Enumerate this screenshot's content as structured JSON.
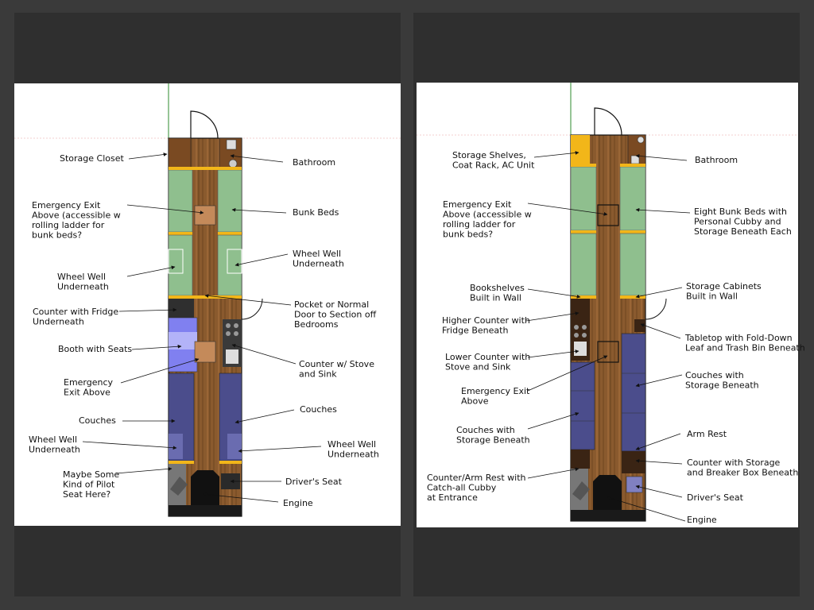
{
  "left": {
    "labels": {
      "storage_closet": [
        "Storage Closet"
      ],
      "bathroom": [
        "Bathroom"
      ],
      "emergency_exit": [
        "Emergency Exit",
        "Above (accessible w",
        "rolling ladder for",
        "bunk beds?"
      ],
      "bunk_beds": [
        "Bunk Beds"
      ],
      "wheel_well_r": [
        "Wheel Well",
        "Underneath"
      ],
      "wheel_well_l": [
        "Wheel Well",
        "Underneath"
      ],
      "pocket_door": [
        "Pocket or Normal",
        "Door to Section off",
        "Bedrooms"
      ],
      "counter_fridge": [
        "Counter with Fridge",
        "Underneath"
      ],
      "booth": [
        "Booth with Seats"
      ],
      "stove": [
        "Counter w/ Stove",
        "and Sink"
      ],
      "emergency_exit_2": [
        "Emergency",
        "Exit Above"
      ],
      "couches_l": [
        "Couches"
      ],
      "couches_r": [
        "Couches"
      ],
      "wheel_well_bl": [
        "Wheel Well",
        "Underneath"
      ],
      "wheel_well_br": [
        "Wheel Well",
        "Underneath"
      ],
      "pilot_seat": [
        "Maybe Some",
        "Kind of Pilot",
        "Seat Here?"
      ],
      "drivers_seat": [
        "Driver's Seat"
      ],
      "engine": [
        "Engine"
      ]
    }
  },
  "right": {
    "labels": {
      "storage_shelves": [
        "Storage Shelves,",
        "Coat Rack, AC Unit"
      ],
      "bathroom": [
        "Bathroom"
      ],
      "emergency_exit": [
        "Emergency Exit",
        "Above (accessible w",
        "rolling ladder for",
        "bunk beds?"
      ],
      "bunk_beds": [
        "Eight Bunk Beds with",
        "Personal Cubby and",
        "Storage Beneath Each"
      ],
      "bookshelves": [
        "Bookshelves",
        "Built in Wall"
      ],
      "storage_cabinets": [
        "Storage Cabinets",
        "Built in Wall"
      ],
      "higher_counter": [
        "Higher Counter with",
        "Fridge Beneath"
      ],
      "tabletop": [
        "Tabletop with Fold-Down",
        "Leaf and Trash Bin Beneath"
      ],
      "lower_counter": [
        "Lower Counter with",
        "Stove and Sink"
      ],
      "couches_storage_r": [
        "Couches with",
        "Storage Beneath"
      ],
      "emergency_exit_2": [
        "Emergency Exit",
        "Above"
      ],
      "couches_storage_l": [
        "Couches with",
        "Storage Beneath"
      ],
      "arm_rest": [
        "Arm Rest"
      ],
      "counter_storage": [
        "Counter with Storage",
        "and Breaker Box Beneath"
      ],
      "counter_arm_rest": [
        "Counter/Arm Rest with",
        "Catch-all Cubby",
        "at Entrance"
      ],
      "drivers_seat": [
        "Driver's Seat"
      ],
      "engine": [
        "Engine"
      ]
    }
  },
  "colors": {
    "wood": "#8a5a2e",
    "bunk_green": "#8fbf8e",
    "couch_navy": "#4b4d8c",
    "booth_blue": "#8080f0",
    "yellow": "#f2b619",
    "dark": "#2a2a2a"
  }
}
